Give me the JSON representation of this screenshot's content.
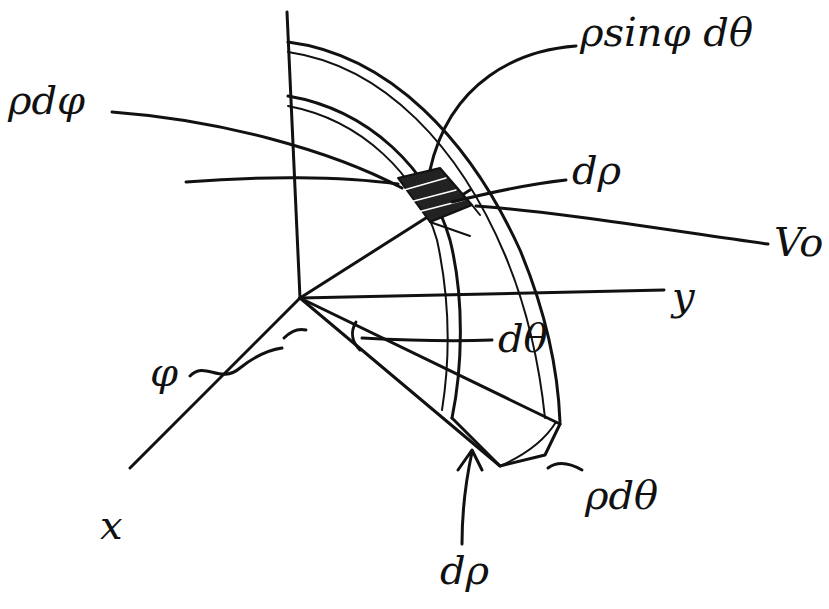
{
  "diagram": {
    "labels": [
      "ρdφ",
      "ρsinφ dθ",
      "dρ",
      "Vo",
      "φ",
      "y",
      "dθ",
      "x",
      "dρ",
      "ρdθ"
    ]
  }
}
